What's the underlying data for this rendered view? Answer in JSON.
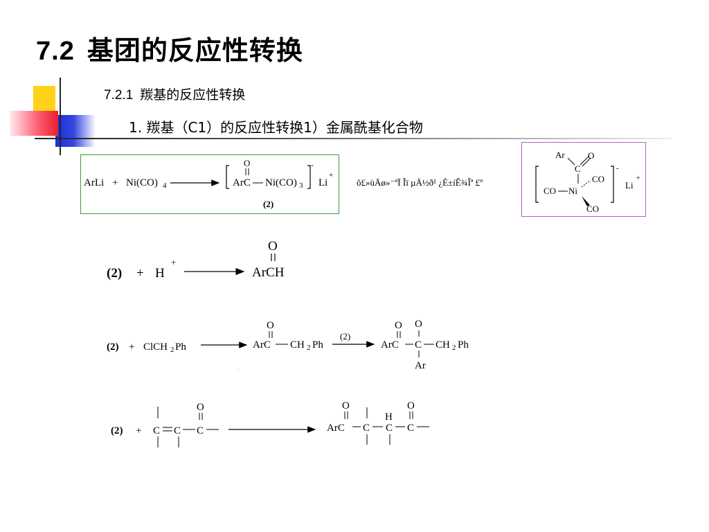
{
  "title": {
    "number": "7.2",
    "text": "基团的反应性转换"
  },
  "subtitle": {
    "number": "7.2.1",
    "text": "羰基的反应性转换"
  },
  "item": {
    "text": "1. 羰基（C1）的反应性转换",
    "suffix": "1）金属酰基化合物"
  },
  "garbled_text": "õ£»ùÄø»⁻ºÏ Îï µÄ½ð¹  ¿É±íÊ¾Îª £º",
  "reaction1": {
    "reagent_a": "ArLi",
    "plus": "+",
    "reagent_b": "Ni(CO)",
    "sub4": "4",
    "arc": "ArC",
    "bond": "—",
    "nico": "Ni(CO)",
    "sub3": "3",
    "o": "O",
    "li": "Li",
    "plus_sign": "+",
    "minus": "-",
    "label": "(2)"
  },
  "complex": {
    "ar": "Ar",
    "o": "O",
    "c": "C",
    "co1": "CO",
    "co2": "CO",
    "co3": "CO",
    "ni": "Ni",
    "minus": "-",
    "li": "Li",
    "plus_sign": "+"
  },
  "reaction2": {
    "label": "(2)",
    "plus": "+",
    "h": "H",
    "hplus": "+",
    "o": "O",
    "product": "ArCH"
  },
  "reaction3": {
    "label": "(2)",
    "plus": "+",
    "reagent": "ClCH",
    "sub2": "2",
    "ph": "Ph",
    "o": "O",
    "arc": "ArC",
    "ch2": "CH",
    "arrow_label": "(2)",
    "o1": "O",
    "o2": "O",
    "c": "C",
    "ar": "Ar",
    "dot": "."
  },
  "reaction4": {
    "label": "(2)",
    "plus": "+",
    "c1": "C",
    "c2": "C",
    "c3": "C",
    "o": "O",
    "arc": "ArC",
    "c": "C",
    "h": "H",
    "pc": "C",
    "pc2": "C",
    "po1": "O",
    "po2": "O"
  }
}
